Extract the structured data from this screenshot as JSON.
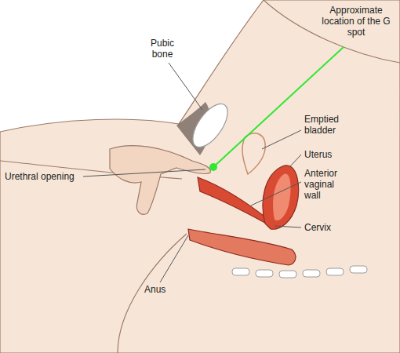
{
  "diagram": {
    "labels": [
      "Approximate location of the G spot",
      "Pubic bone",
      "Emptied bladder",
      "Uterus",
      "Anterior vaginal wall",
      "Cervix",
      "Urethral opening",
      "Anus"
    ]
  }
}
